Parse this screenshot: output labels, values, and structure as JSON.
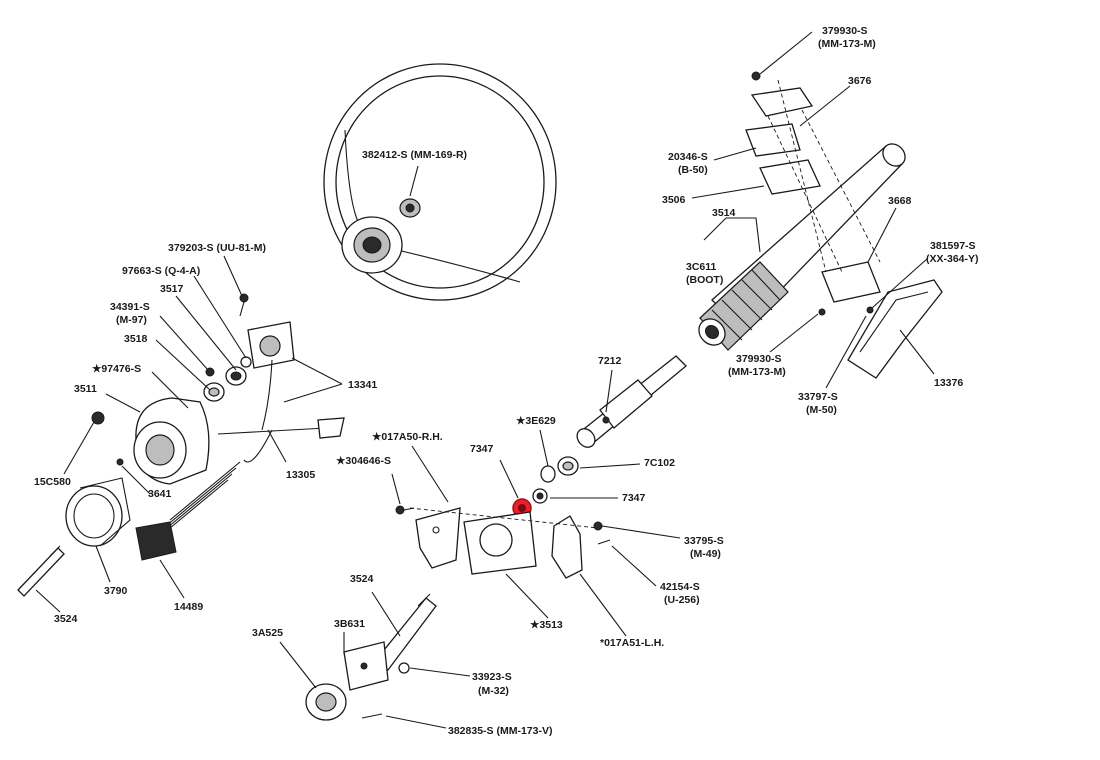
{
  "labels": {
    "l379930_top": "379930-S",
    "l379930_top_sub": "(MM-173-M)",
    "l3676": "3676",
    "l20346": "20346-S",
    "l20346_sub": "(B-50)",
    "l3506": "3506",
    "l3514": "3514",
    "l3668": "3668",
    "l381597": "381597-S",
    "l381597_sub": "(XX-364-Y)",
    "l3c611": "3C611",
    "l3c611_sub": "(BOOT)",
    "l379930_bot": "379930-S",
    "l379930_bot_sub": "(MM-173-M)",
    "l33797": "33797-S",
    "l33797_sub": "(M-50)",
    "l13376": "13376",
    "l382412": "382412-S (MM-169-R)",
    "l379203": "379203-S (UU-81-M)",
    "l97663": "97663-S (Q-4-A)",
    "l3517": "3517",
    "l34391": "34391-S",
    "l34391_sub": "(M-97)",
    "l3518": "3518",
    "l97476": "★97476-S",
    "l3511": "3511",
    "l13341": "13341",
    "l15c580": "15C580",
    "l3641": "3641",
    "l13305": "13305",
    "l3790": "3790",
    "l14489": "14489",
    "l3524_left": "3524",
    "l7212": "7212",
    "l3e629": "★3E629",
    "l7c102": "7C102",
    "l7347_a": "7347",
    "l7347_b": "7347",
    "l017a50": "★017A50-R.H.",
    "l304646": "★304646-S",
    "l33795": "33795-S",
    "l33795_sub": "(M-49)",
    "l42154": "42154-S",
    "l42154_sub": "(U-256)",
    "l3513": "★3513",
    "l017a51": "*017A51-L.H.",
    "l3524_mid": "3524",
    "l3a525": "3A525",
    "l3b631": "3B631",
    "l33923": "33923-S",
    "l33923_sub": "(M-32)",
    "l382835": "382835-S (MM-173-V)"
  },
  "colors": {
    "ink": "#1a1a1a",
    "highlight": "#e8202a",
    "background": "#ffffff"
  }
}
